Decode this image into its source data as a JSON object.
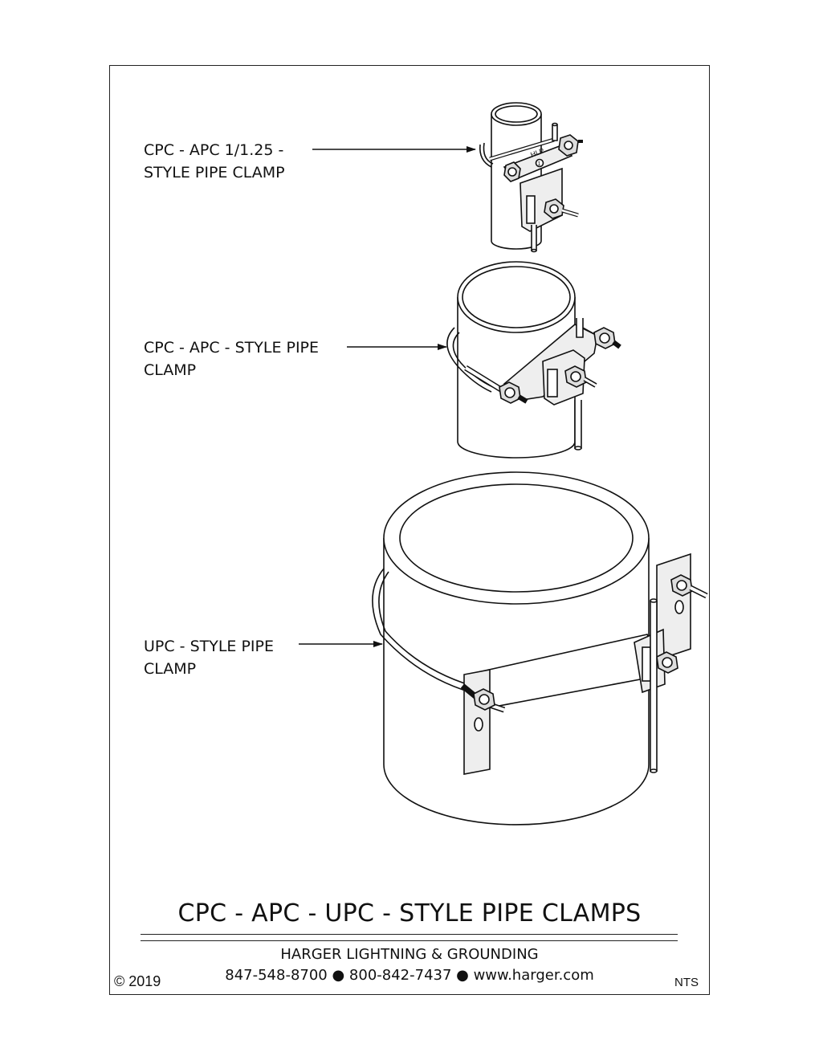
{
  "callouts": [
    {
      "text": "CPC - APC 1/1.25 -\nSTYLE PIPE CLAMP"
    },
    {
      "text": "CPC - APC - STYLE PIPE\nCLAMP"
    },
    {
      "text": "UPC - STYLE PIPE\nCLAMP"
    }
  ],
  "clamp_marking": {
    "brand": "HLP",
    "number": "1"
  },
  "title_block": {
    "title": "CPC - APC - UPC - STYLE PIPE CLAMPS",
    "company": "HARGER LIGHTNING & GROUNDING",
    "contact": "847-548-8700 ● 800-842-7437 ● www.harger.com",
    "copyright": "© 2019",
    "scale": "NTS"
  },
  "colors": {
    "line": "#111111",
    "background": "#ffffff",
    "hardware": "#dcdcdc"
  }
}
